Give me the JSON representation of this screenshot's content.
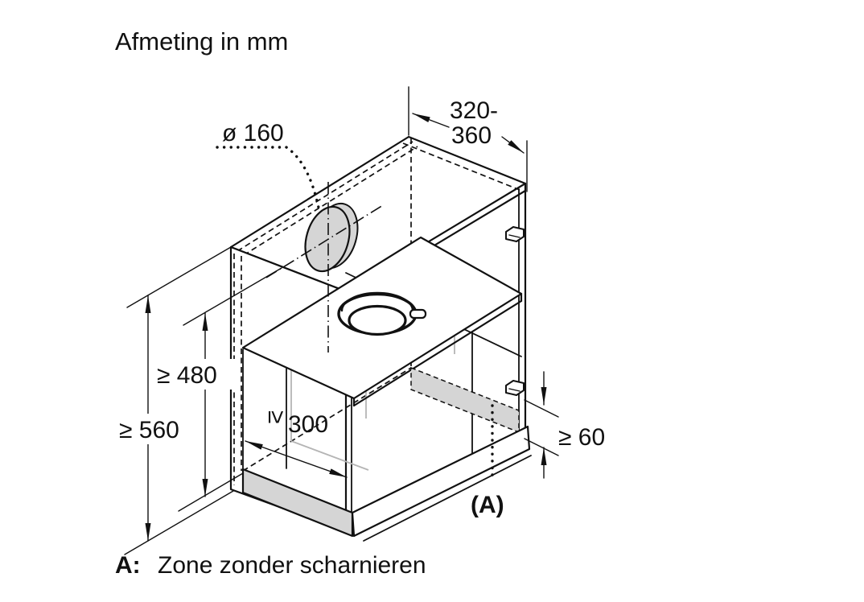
{
  "title": "Afmeting in mm",
  "diagram": {
    "duct_diameter_label": "ø 160",
    "top_depth_line1": "320-",
    "top_depth_line2": "360",
    "inner_height_label": "≥ 480",
    "total_height_label": "≥ 560",
    "inner_depth_symbol": "≥",
    "inner_depth_value": "300",
    "hinge_zone_height_label": "≥ 60",
    "zone_marker_label": "(A)"
  },
  "legend": {
    "key": "A:",
    "description": "Zone zonder scharnieren"
  },
  "colors": {
    "line": "#111111",
    "panel_fill": "#ffffff",
    "shaded_fill": "#d5d5d5",
    "hidden_line_gray": "#b5b5b5"
  }
}
